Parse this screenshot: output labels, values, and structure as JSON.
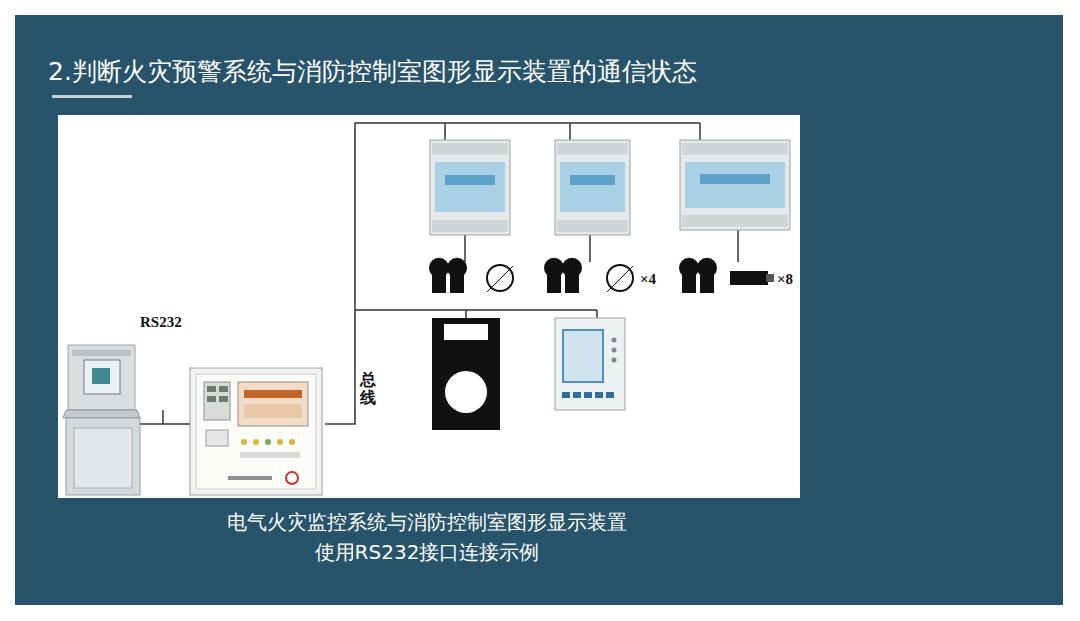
{
  "diagram": {
    "title": "2.判断火灾预警系统与消防控制室图形显示装置的通信状态",
    "caption": "电气火灾监控系统与消防控制室图形显示装置 使用RS232接口连接示例",
    "labels": [
      "RS232",
      "总线",
      "×4",
      "×8"
    ]
  }
}
